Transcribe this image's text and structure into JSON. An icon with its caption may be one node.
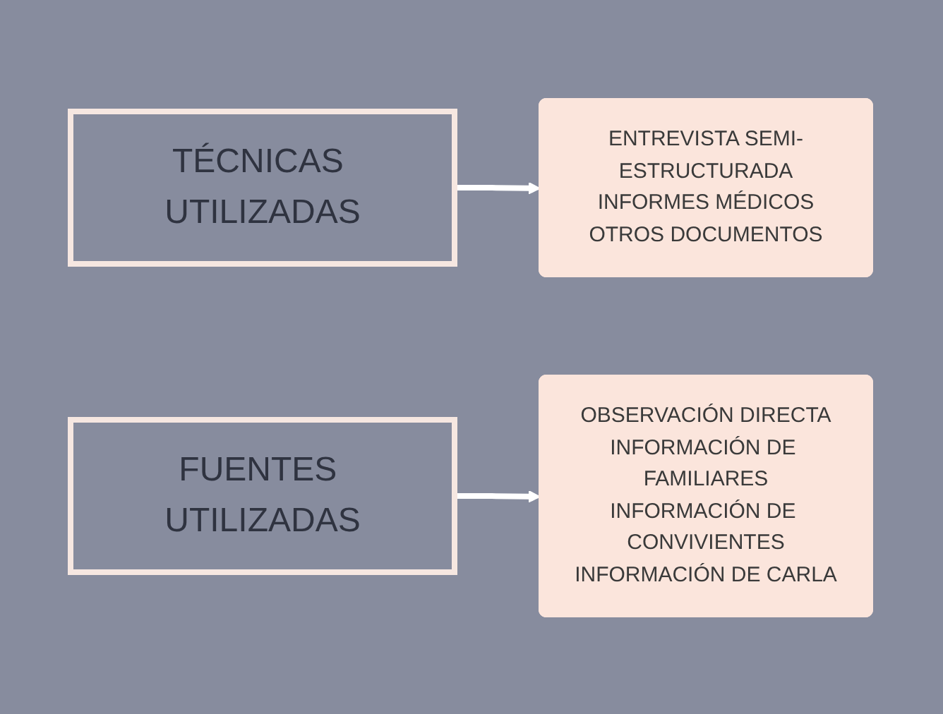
{
  "diagram": {
    "nodes": [
      {
        "text": [
          "TÉCNICAS UTILIZADAS"
        ]
      },
      {
        "text": [
          "ENTREVISTA SEMI-ESTRUCTURADA",
          "INFORMES MÉDICOS",
          "OTROS DOCUMENTOS"
        ]
      },
      {
        "text": [
          "FUENTES UTILIZADAS"
        ]
      },
      {
        "text": [
          "OBSERVACIÓN DIRECTA",
          "INFORMACIÓN DE FAMILIARES",
          "INFORMACIÓN DE CONVIVIENTES",
          "INFORMACIÓN DE CARLA"
        ]
      }
    ],
    "edges": [
      {
        "from": 0,
        "to": 1,
        "arrow": "to"
      },
      {
        "from": 2,
        "to": 3,
        "arrow": "to"
      }
    ]
  }
}
